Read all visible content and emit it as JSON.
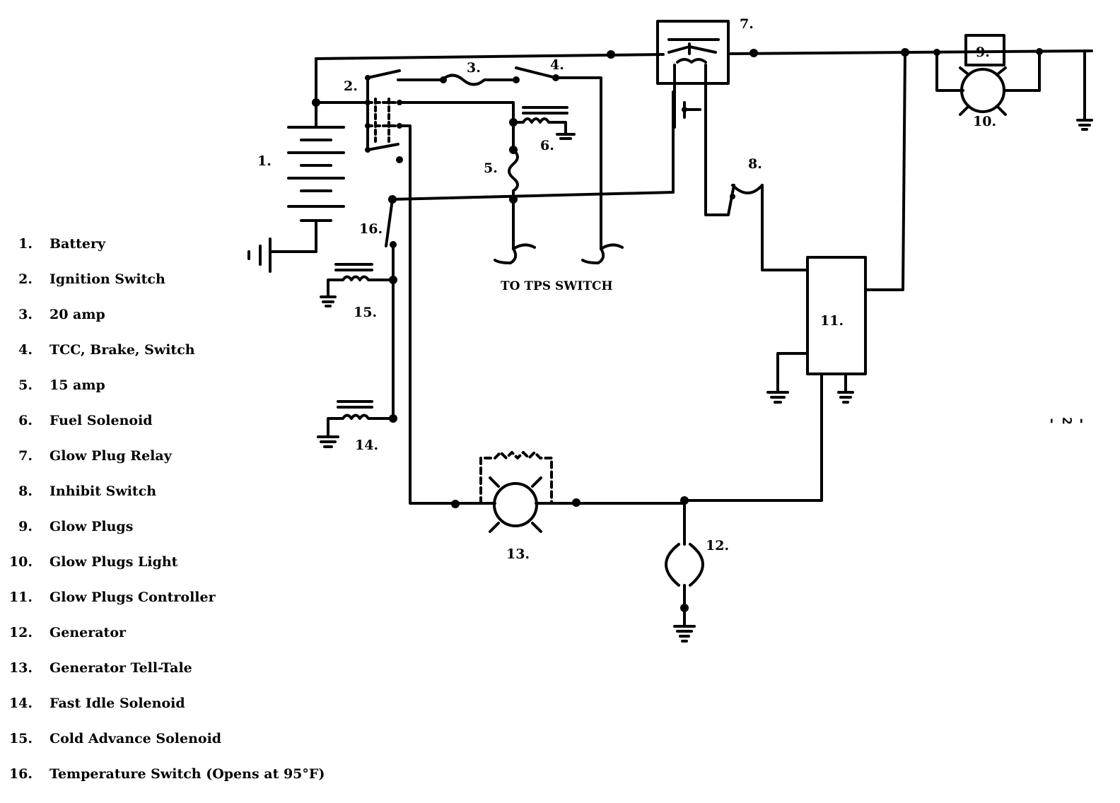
{
  "diagram": {
    "callouts": {
      "c1": "1.",
      "c2": "2.",
      "c3": "3.",
      "c4": "4.",
      "c5": "5.",
      "c6": "6.",
      "c7": "7.",
      "c8": "8.",
      "c9": "9.",
      "c10": "10.",
      "c11": "11.",
      "c12": "12.",
      "c13": "13.",
      "c14": "14.",
      "c15": "15.",
      "c16": "16."
    },
    "tps_label": "TO TPS SWITCH"
  },
  "legend": [
    {
      "num": "1.",
      "label": "Battery"
    },
    {
      "num": "2.",
      "label": "Ignition Switch"
    },
    {
      "num": "3.",
      "label": "20 amp"
    },
    {
      "num": "4.",
      "label": "TCC, Brake, Switch"
    },
    {
      "num": "5.",
      "label": "15 amp"
    },
    {
      "num": "6.",
      "label": "Fuel Solenoid"
    },
    {
      "num": "7.",
      "label": "Glow Plug Relay"
    },
    {
      "num": "8.",
      "label": "Inhibit Switch"
    },
    {
      "num": "9.",
      "label": "Glow Plugs"
    },
    {
      "num": "10.",
      "label": "Glow Plugs Light"
    },
    {
      "num": "11.",
      "label": "Glow Plugs Controller"
    },
    {
      "num": "12.",
      "label": "Generator"
    },
    {
      "num": "13.",
      "label": "Generator Tell-Tale"
    },
    {
      "num": "14.",
      "label": "Fast Idle Solenoid"
    },
    {
      "num": "15.",
      "label": "Cold Advance Solenoid"
    },
    {
      "num": "16.",
      "label": "Temperature Switch (Opens at 95°F)"
    }
  ],
  "page_number": "- 2 -"
}
